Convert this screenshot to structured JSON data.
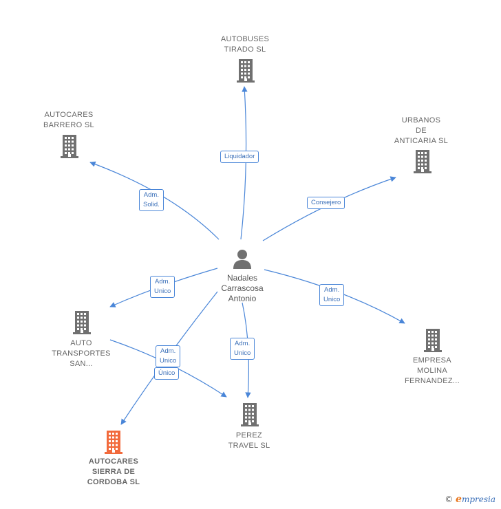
{
  "center": {
    "name": "Nadales\nCarrascosa\nAntonio"
  },
  "nodes": [
    {
      "id": "autobuses",
      "label": "AUTOBUSES\nTIRADO SL",
      "highlight": false
    },
    {
      "id": "autocares_barrero",
      "label": "AUTOCARES\nBARRERO  SL",
      "highlight": false
    },
    {
      "id": "urbanos",
      "label": "URBANOS\nDE\nANTICARIA  SL",
      "highlight": false
    },
    {
      "id": "auto_transportes",
      "label": "AUTO\nTRANSPORTES\nSAN...",
      "highlight": false
    },
    {
      "id": "empresa_molina",
      "label": "EMPRESA\nMOLINA\nFERNANDEZ...",
      "highlight": false
    },
    {
      "id": "perez_travel",
      "label": "PEREZ\nTRAVEL  SL",
      "highlight": false
    },
    {
      "id": "autocares_sierra",
      "label": "AUTOCARES\nSIERRA DE\nCORDOBA  SL",
      "highlight": true
    }
  ],
  "edges": [
    {
      "to": "autobuses",
      "label": "Liquidador"
    },
    {
      "to": "autocares_barrero",
      "label": "Adm.\nSolid."
    },
    {
      "to": "urbanos",
      "label": "Consejero"
    },
    {
      "to": "auto_transportes",
      "label": "Adm.\nUnico"
    },
    {
      "to": "empresa_molina",
      "label": "Adm.\nUnico"
    },
    {
      "to": "perez_travel",
      "label": "Adm.\nUnico"
    },
    {
      "to": "autocares_sierra",
      "label": "Adm.\nUnico"
    },
    {
      "from": "auto_transportes",
      "to": "perez_travel",
      "label": "Único"
    }
  ],
  "colors": {
    "edge": "#4a86d8",
    "building": "#707070",
    "highlight": "#f26a3c",
    "person": "#707070"
  },
  "footer": {
    "copyright": "©",
    "brand_initial": "e",
    "brand_rest": "mpresia"
  }
}
